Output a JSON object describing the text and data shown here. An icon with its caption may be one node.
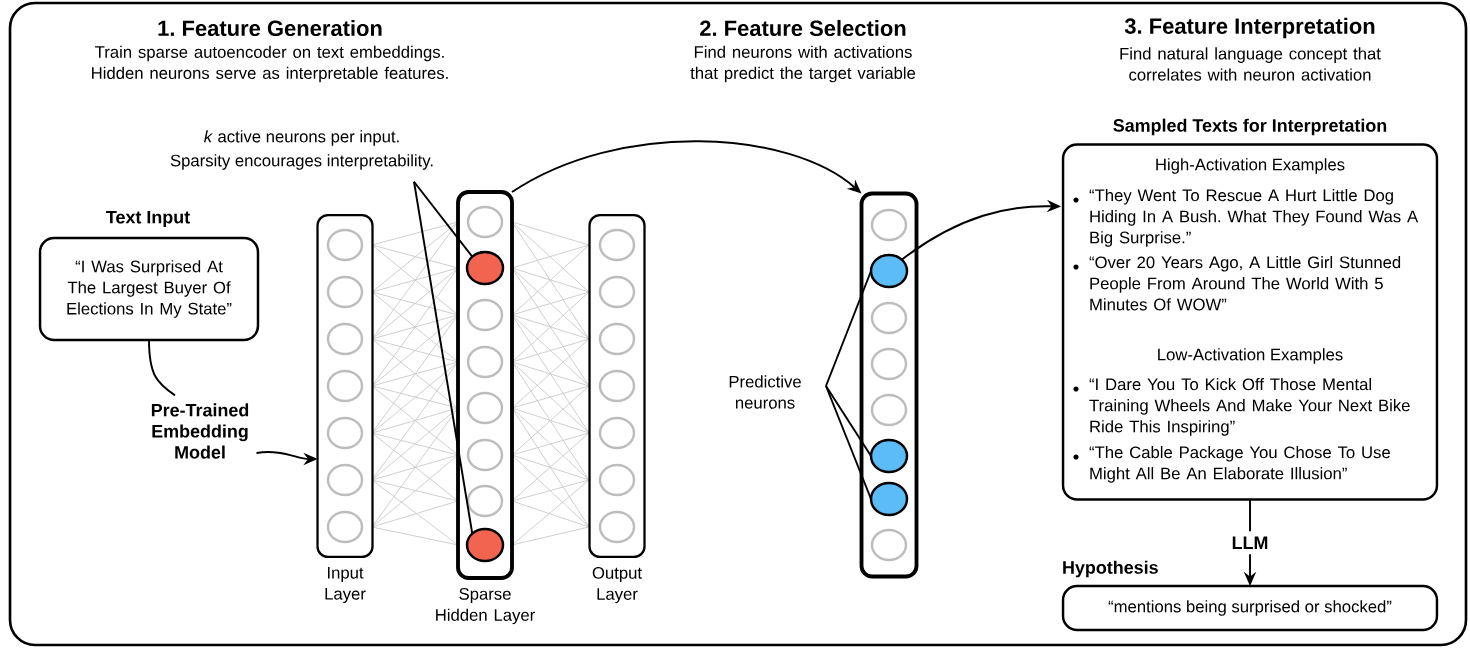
{
  "diagram": {
    "nodes": [
      {
        "text": [
          "Text Input",
          "“I Was Surprised At The Largest Buyer Of Elections In My State”"
        ]
      },
      {
        "text": [
          "Pre-Trained Embedding Model"
        ]
      },
      {
        "text": [
          "Input Layer"
        ]
      },
      {
        "text": [
          "Sparse Hidden Layer"
        ]
      },
      {
        "text": [],
        "shape": "circle",
        "in": 3
      },
      {
        "text": [],
        "shape": "circle",
        "in": 3
      },
      {
        "text": [
          "Output Layer"
        ]
      },
      {
        "text": [
          "*k* active neurons per input.",
          "Sparsity encourages interpretability."
        ]
      },
      {
        "text": [],
        "shape": "box"
      },
      {
        "text": [],
        "shape": "circle",
        "in": 8
      },
      {
        "text": [],
        "shape": "circle",
        "in": 8
      },
      {
        "text": [],
        "shape": "circle",
        "in": 8
      },
      {
        "text": [
          "Predictive neurons"
        ]
      },
      {
        "text": [
          "Sampled Texts for Interpretation",
          "High-Activation Examples",
          "“They Went To Rescue A Hurt Little Dog Hiding In A Bush. What They Found Was A Big Surprise.”",
          "“Over 20 Years Ago, A Little Girl Stunned People From Around The World With 5 Minutes Of WOW”",
          "Low-Activation Examples",
          "“I Dare You To Kick Off Those Mental Training Wheels And Make Your Next Bike Ride This Inspiring”",
          "“The Cable Package You Chose To Use Might All Be An Elaborate Illusion”"
        ]
      },
      {
        "text": [
          "Hypothesis",
          "“mentions being surprised or shocked”"
        ]
      }
    ],
    "edges": [
      {
        "from": 0,
        "to": 1,
        "arrow": "none"
      },
      {
        "from": 1,
        "to": 2,
        "arrow": "to"
      },
      {
        "from": 3,
        "to": 8,
        "arrow": "to"
      },
      {
        "from": 7,
        "to": 4,
        "arrow": "none"
      },
      {
        "from": 7,
        "to": 5,
        "arrow": "none"
      },
      {
        "from": 12,
        "to": 9,
        "arrow": "none"
      },
      {
        "from": 12,
        "to": 10,
        "arrow": "none"
      },
      {
        "from": 12,
        "to": 11,
        "arrow": "none"
      },
      {
        "from": 9,
        "to": 13,
        "arrow": "to"
      },
      {
        "from": 13,
        "to": 14,
        "arrow": "to",
        "label": "LLM"
      }
    ],
    "labels": [
      "1. Feature Generation",
      "Train sparse autoencoder on text embeddings. Hidden neurons serve as interpretable features.",
      "2. Feature Selection",
      "Find neurons with activations that predict the target variable",
      "3. Feature Interpretation",
      "Find natural language concept that correlates with neuron activation"
    ]
  }
}
